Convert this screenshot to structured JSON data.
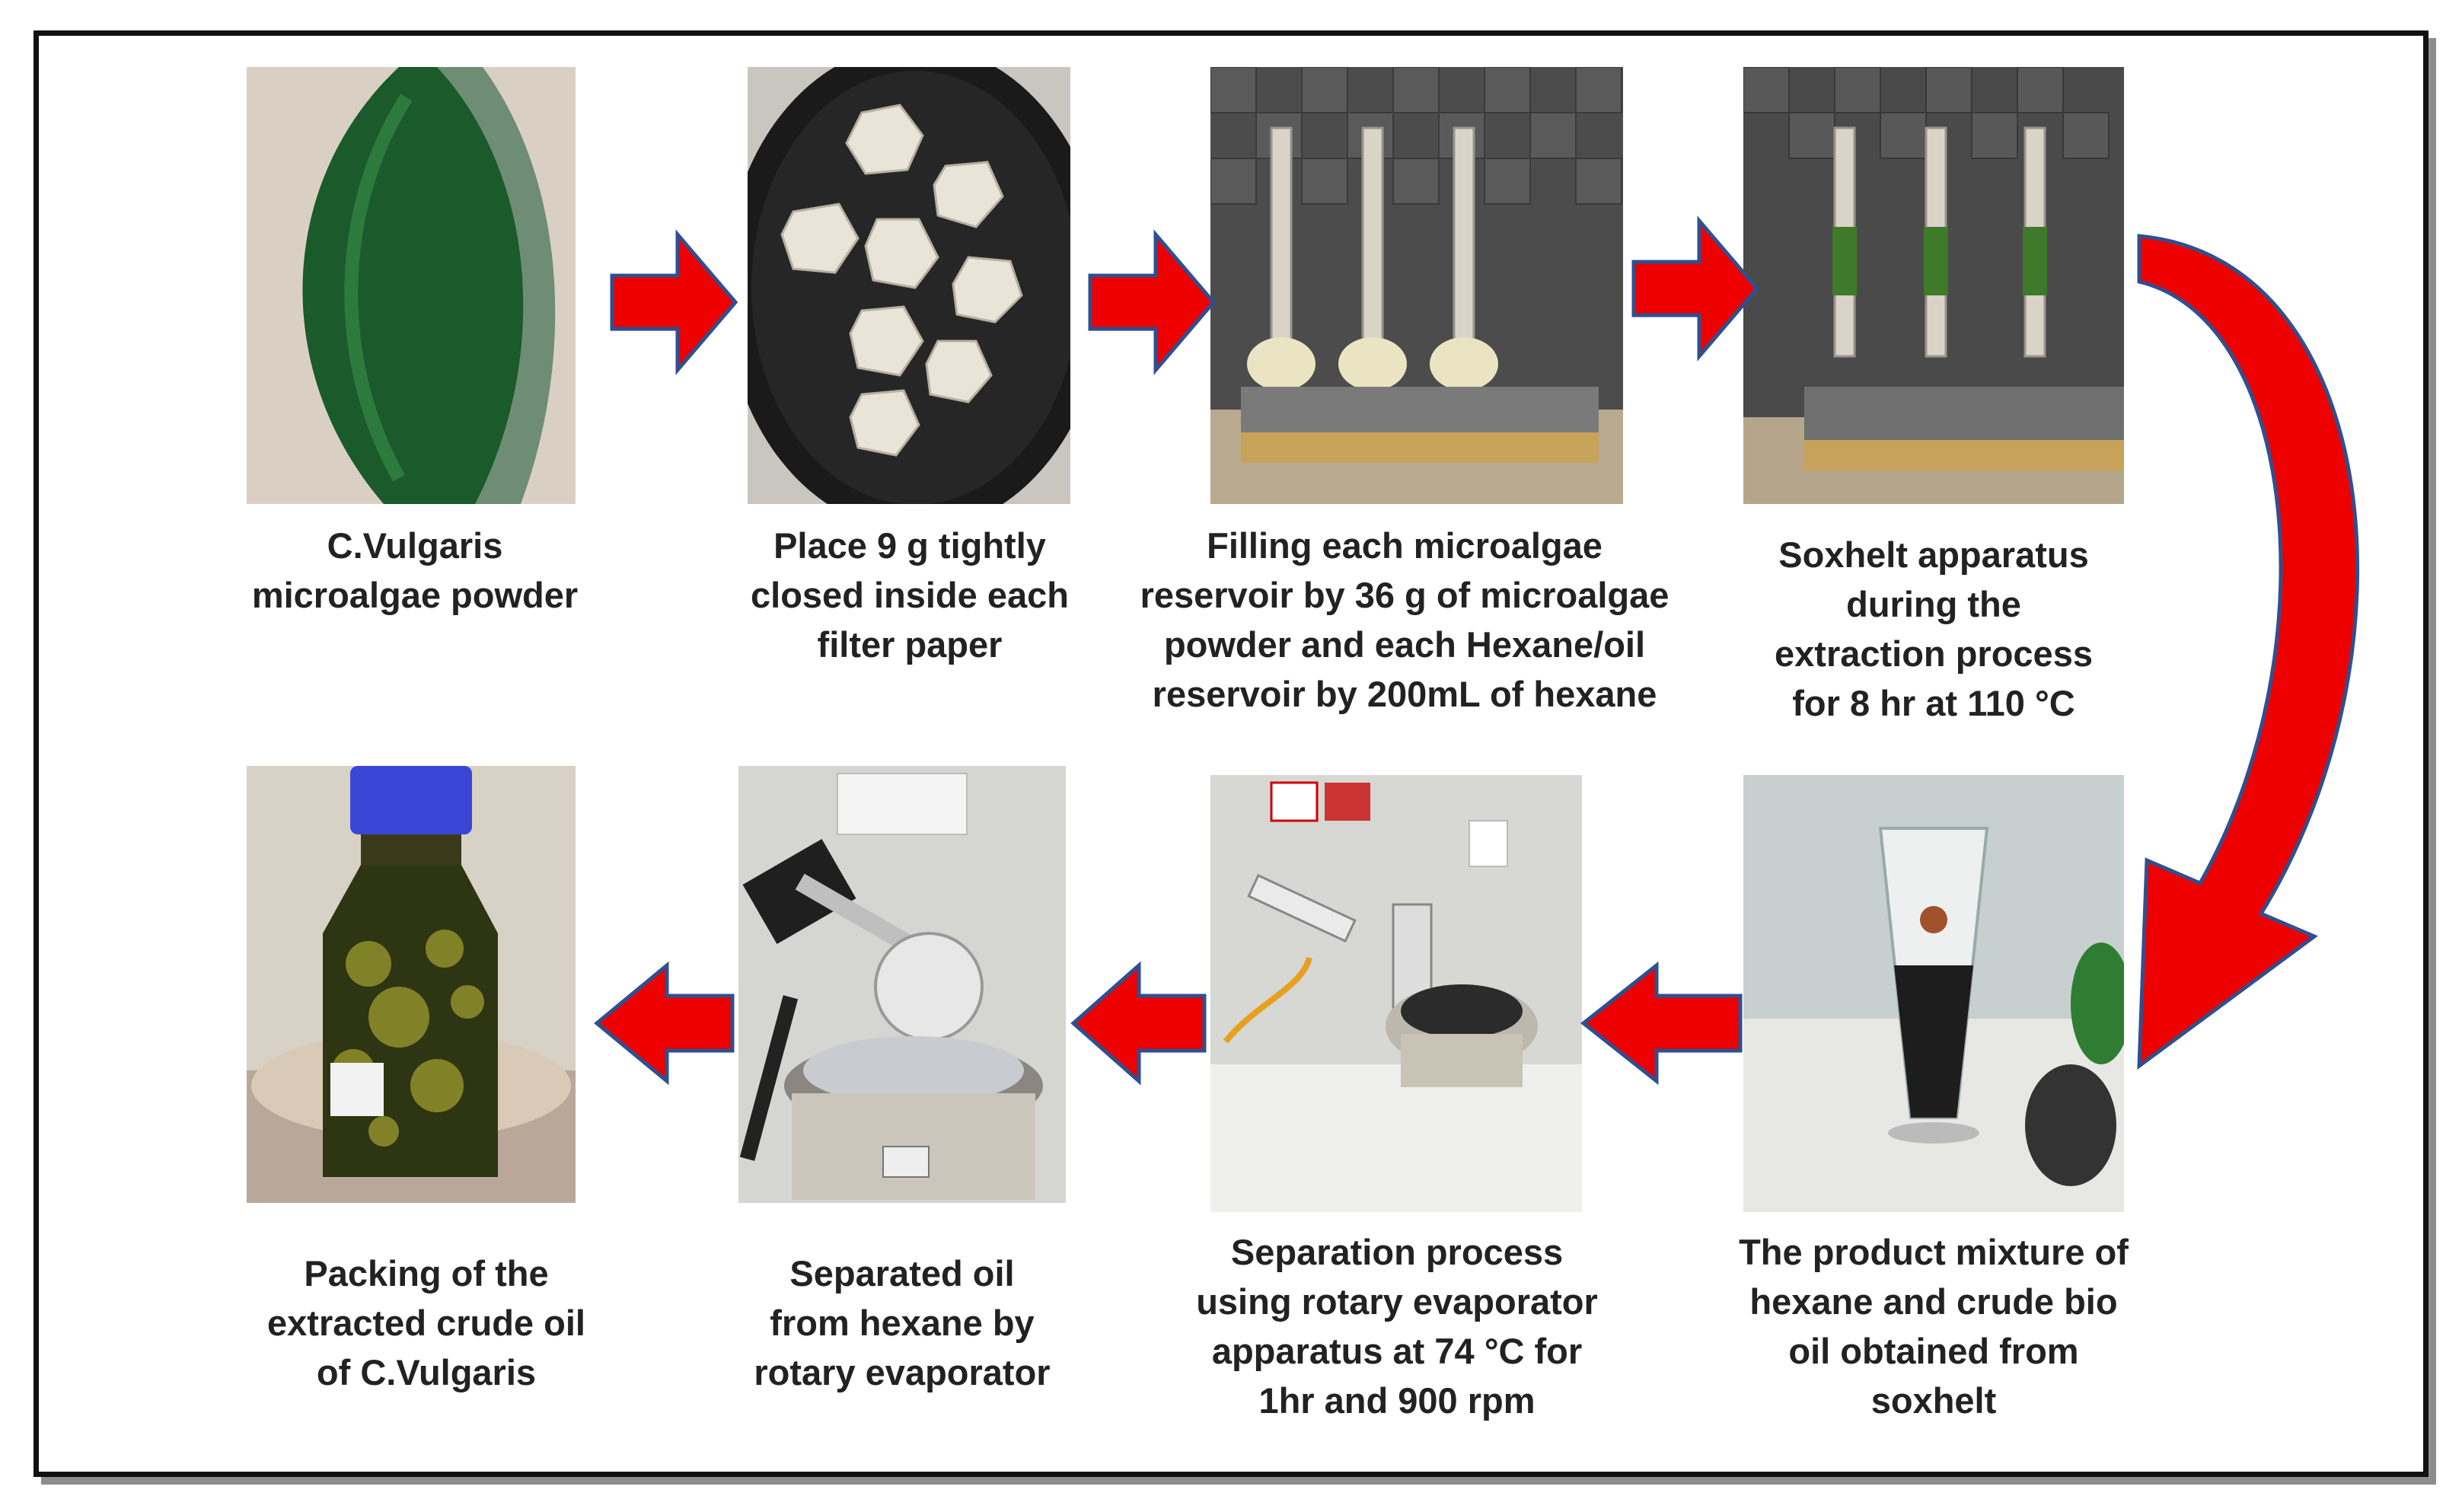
{
  "steps": [
    {
      "id": 1,
      "caption": "C.Vulgaris microalgae powder",
      "image": "green-microalgae-powder-photo"
    },
    {
      "id": 2,
      "caption": "Place 9 g tightly closed inside each filter paper",
      "image": "filter-paper-packets-on-tray-photo"
    },
    {
      "id": 3,
      "caption": "Filling  each microalgae reservoir by 36 g of microalgae powder and each Hexane/oil reservoir by 200mL of hexane",
      "image": "soxhlet-apparatus-filled-photo"
    },
    {
      "id": 4,
      "caption": "Soxhelt apparatus during the extraction process for 8 hr at 110 °C",
      "image": "soxhlet-extraction-running-photo"
    },
    {
      "id": 5,
      "caption": "The product mixture of hexane and crude bio oil obtained from soxhelt",
      "image": "conical-flask-with-dark-mixture-photo"
    },
    {
      "id": 6,
      "caption": "Separation process using rotary evaporator apparatus at 74 °C for 1hr and 900 rpm",
      "image": "rotary-evaporator-apparatus-photo"
    },
    {
      "id": 7,
      "caption": "Separated oil from hexane by rotary evaporator",
      "image": "rotary-evaporator-flask-and-bath-photo"
    },
    {
      "id": 8,
      "caption": "Packing of the extracted crude oil of C.Vulgaris",
      "image": "bottle-of-crude-oil-photo"
    }
  ],
  "colors": {
    "arrow_fill": "#ee0000",
    "arrow_stroke": "#2f4f8f",
    "frame": "#111111"
  }
}
